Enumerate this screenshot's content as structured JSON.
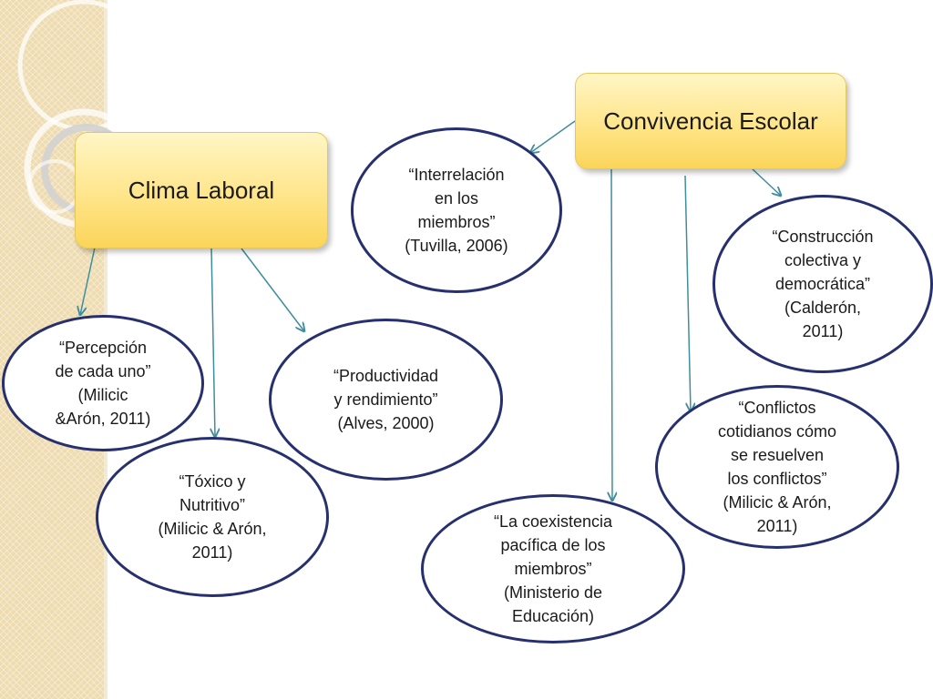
{
  "titles": {
    "clima": "Clima Laboral",
    "convivencia": "Convivencia Escolar"
  },
  "nodes": {
    "percepcion": "“Percepción\nde cada uno”\n(Milicic\n&Arón, 2011)",
    "toxico": "“Tóxico y\nNutritivo”\n(Milicic & Arón,\n2011)",
    "productividad": "“Productividad\ny rendimiento”\n(Alves, 2000)",
    "interrelacion": "“Interrelación\nen los\nmiembros”\n(Tuvilla, 2006)",
    "coexistencia": "“La coexistencia\npacífica de los\nmiembros”\n(Ministerio de\nEducación)",
    "conflictos": "“Conflictos\ncotidianos cómo\nse resuelven\nlos conflictos”\n(Milicic & Arón,\n2011)",
    "construccion": "“Construcción\ncolectiva y\ndemocrática”\n(Calderón,\n2011)"
  },
  "colors": {
    "arrow": "#3f8e9e",
    "ellipse_border": "#27306f",
    "title_fill": "#ffe58a",
    "side_strip": "#eedcb0"
  }
}
